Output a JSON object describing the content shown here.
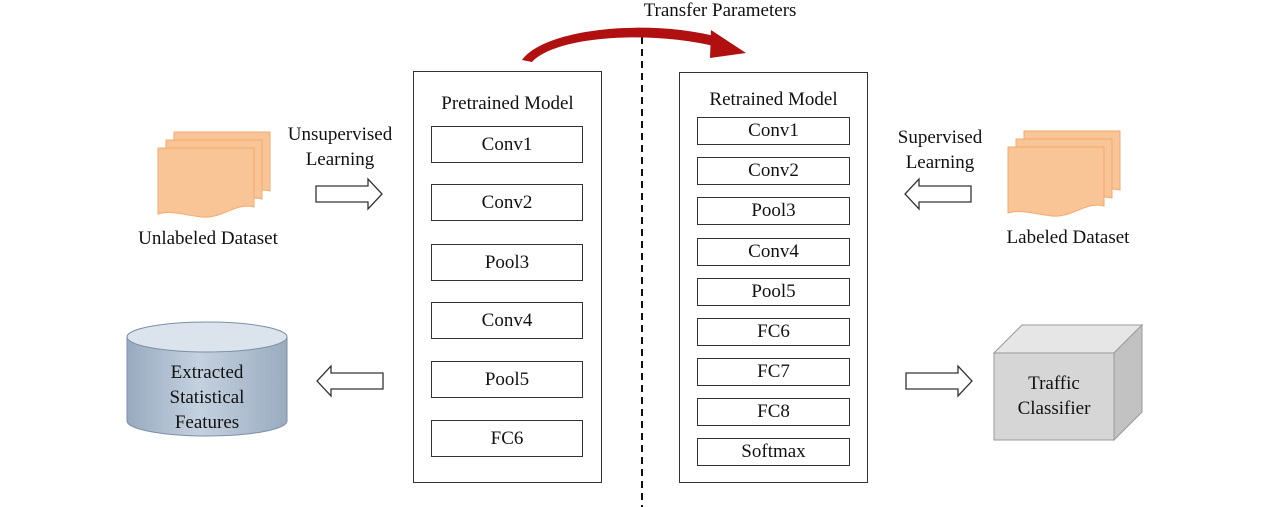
{
  "transfer_label": "Transfer Parameters",
  "left": {
    "unsupervised_label_line1": "Unsupervised",
    "unsupervised_label_line2": "Learning",
    "dataset_label": "Unlabeled Dataset",
    "features_line1": "Extracted",
    "features_line2": "Statistical",
    "features_line3": "Features"
  },
  "pretrained": {
    "title": "Pretrained Model",
    "layers": [
      "Conv1",
      "Conv2",
      "Pool3",
      "Conv4",
      "Pool5",
      "FC6"
    ]
  },
  "retrained": {
    "title": "Retrained Model",
    "layers": [
      "Conv1",
      "Conv2",
      "Pool3",
      "Conv4",
      "Pool5",
      "FC6",
      "FC7",
      "FC8",
      "Softmax"
    ]
  },
  "right": {
    "supervised_label_line1": "Supervised",
    "supervised_label_line2": "Learning",
    "dataset_label": "Labeled Dataset",
    "classifier_line1": "Traffic",
    "classifier_line2": "Classifier"
  },
  "colors": {
    "document_fill": "#f9c496",
    "cylinder_fill": "#b4c3d4",
    "cube_front": "#d6d6d6",
    "cube_side": "#c2c2c2",
    "cube_top": "#e6e6e6",
    "transfer_arrow": "#b01010"
  },
  "icons": {
    "dataset": "document-stack-icon",
    "features": "database-cylinder-icon",
    "classifier": "cube-icon"
  }
}
